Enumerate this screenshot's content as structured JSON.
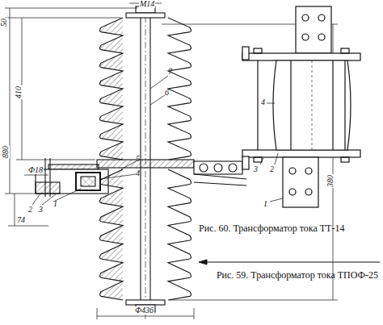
{
  "diagram": {
    "labels": [
      "M14",
      "50",
      "410",
      "880",
      "380",
      "Ф18",
      "74",
      "Ф436",
      "7",
      "6",
      "5",
      "4",
      "1",
      "2",
      "3",
      "4",
      "3",
      "2",
      "1",
      "Рис. 60. Трансформатор тока ТТ-14",
      "Рис. 59. Трансформатор тока ТПОФ-25"
    ]
  }
}
